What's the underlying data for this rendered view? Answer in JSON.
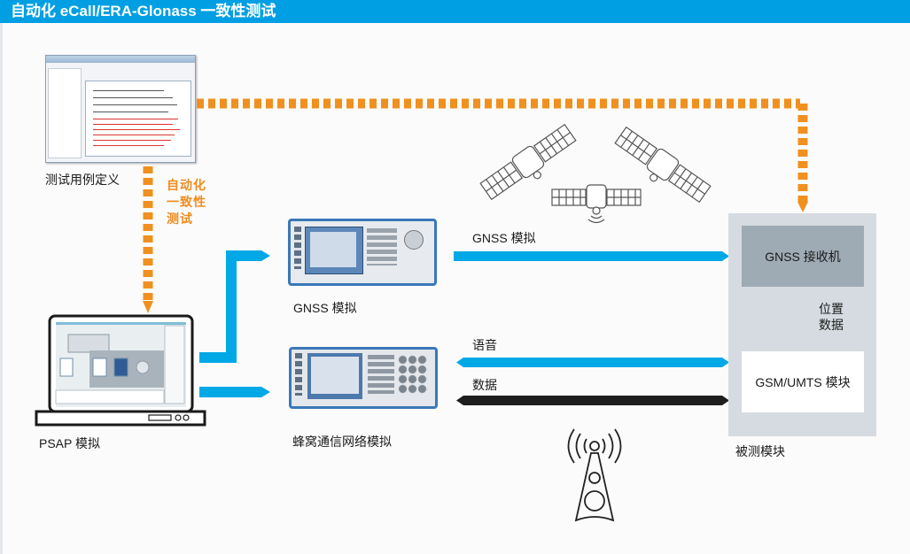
{
  "title": "自动化 eCall/ERA-Glonass 一致性测试",
  "colors": {
    "title_bar": "#009fe3",
    "blue_link": "#00a8e6",
    "orange_link": "#f0901e",
    "black_link": "#1e1e1e",
    "dut_container": "#d5dbe0",
    "gnss_receiver": "#9eaab4"
  },
  "nodes": {
    "test_case_definition": {
      "label": "测试用例定义",
      "icon": "software-window-screenshot"
    },
    "psap_simulation": {
      "label": "PSAP 模拟",
      "icon": "laptop-icon"
    },
    "gnss_simulation": {
      "label": "GNSS 模拟",
      "icon": "signal-generator-instrument"
    },
    "cellular_network_simulation": {
      "label": "蜂窝通信网络模拟",
      "icon": "radio-communication-tester-instrument"
    },
    "dut": {
      "label": "被测模块",
      "gnss_receiver": "GNSS 接收机",
      "gsm_umts_module": "GSM/UMTS 模块",
      "internal_link_label": [
        "位置",
        "数据"
      ]
    }
  },
  "links": {
    "automation_label": [
      "自动化",
      "一致性",
      "测试"
    ],
    "gnss_sim": "GNSS 模拟",
    "voice": "语音",
    "data": "数据"
  },
  "icons": {
    "satellites": [
      "satellite-icon",
      "satellite-icon",
      "satellite-icon"
    ],
    "tower": "cell-tower-icon"
  }
}
